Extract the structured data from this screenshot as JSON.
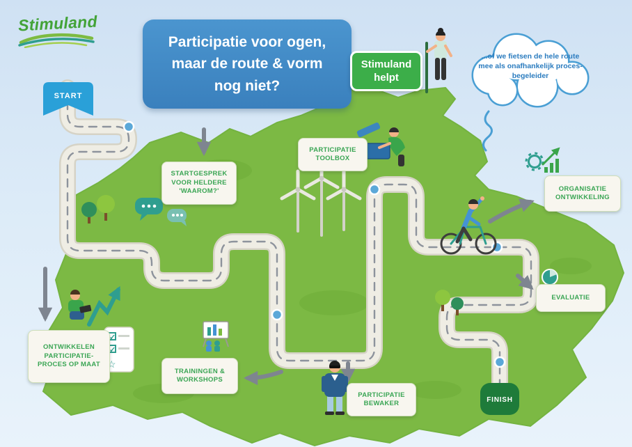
{
  "brand": {
    "logo_text": "Stimuland"
  },
  "title_card": {
    "text": "Participatie voor ogen, maar de route & vorm nog niet?"
  },
  "helper_badge": {
    "text": "Stimuland helpt"
  },
  "cloud": {
    "text": "...of we fietsen de hele route mee als onafhankelijk proces-begeleider"
  },
  "route": {
    "start": "START",
    "finish": "FINISH"
  },
  "stops": {
    "startgesprek": "STARTGESPREK VOOR HELDERE 'WAAROM?'",
    "toolbox": "PARTICIPATIE TOOLBOX",
    "organisatie": "ORGANISATIE ONTWIKKELING",
    "evaluatie": "EVALUATIE",
    "ontwikkelen": "ONTWIKKELEN PARTICIPATIE-PROCES OP MAAT",
    "trainingen": "TRAININGEN & WORKSHOPS",
    "bewaker": "PARTICIPATIE BEWAKER"
  },
  "colors": {
    "map_green": "#7cb944",
    "route_ribbon_blue": "#2aa0d8",
    "title_blue": "#3e87c4",
    "helper_green": "#3cae49",
    "finish_green": "#1e7b3a",
    "sign_text_green": "#3aa554",
    "cloud_border_blue": "#4a9fd4",
    "background_blue": "#d3e5f5",
    "road_fill": "#efede4",
    "arrow_gray": "#7e8590",
    "stop_dot_blue": "#5ba8d8"
  }
}
